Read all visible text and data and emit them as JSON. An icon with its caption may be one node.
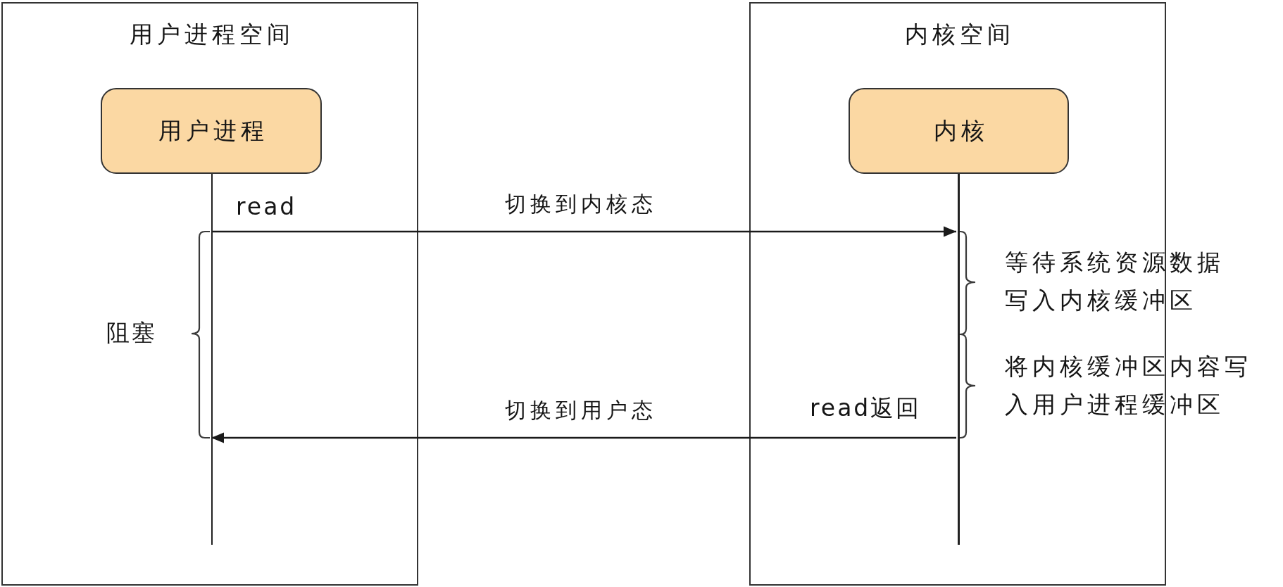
{
  "diagram": {
    "nodes": [
      {
        "text": [
          "用户进程空间"
        ]
      },
      {
        "text": [
          "用户进程"
        ],
        "in": 0
      },
      {
        "text": [],
        "shape": "bar",
        "in": 0
      },
      {
        "text": [
          "内核空间"
        ]
      },
      {
        "text": [
          "内核"
        ],
        "in": 3
      },
      {
        "text": [],
        "shape": "bar",
        "in": 3
      }
    ],
    "edges": [
      {
        "from": 2,
        "to": 5,
        "arrow": "to",
        "label": "切换到内核态"
      },
      {
        "from": 5,
        "to": 2,
        "arrow": "to",
        "label": "切换到用户态"
      }
    ],
    "labels": [
      "read",
      "阻塞",
      "等待系统资源数据写入内核缓冲区",
      "将内核缓冲区内容写入用户进程缓冲区",
      "read返回"
    ]
  }
}
